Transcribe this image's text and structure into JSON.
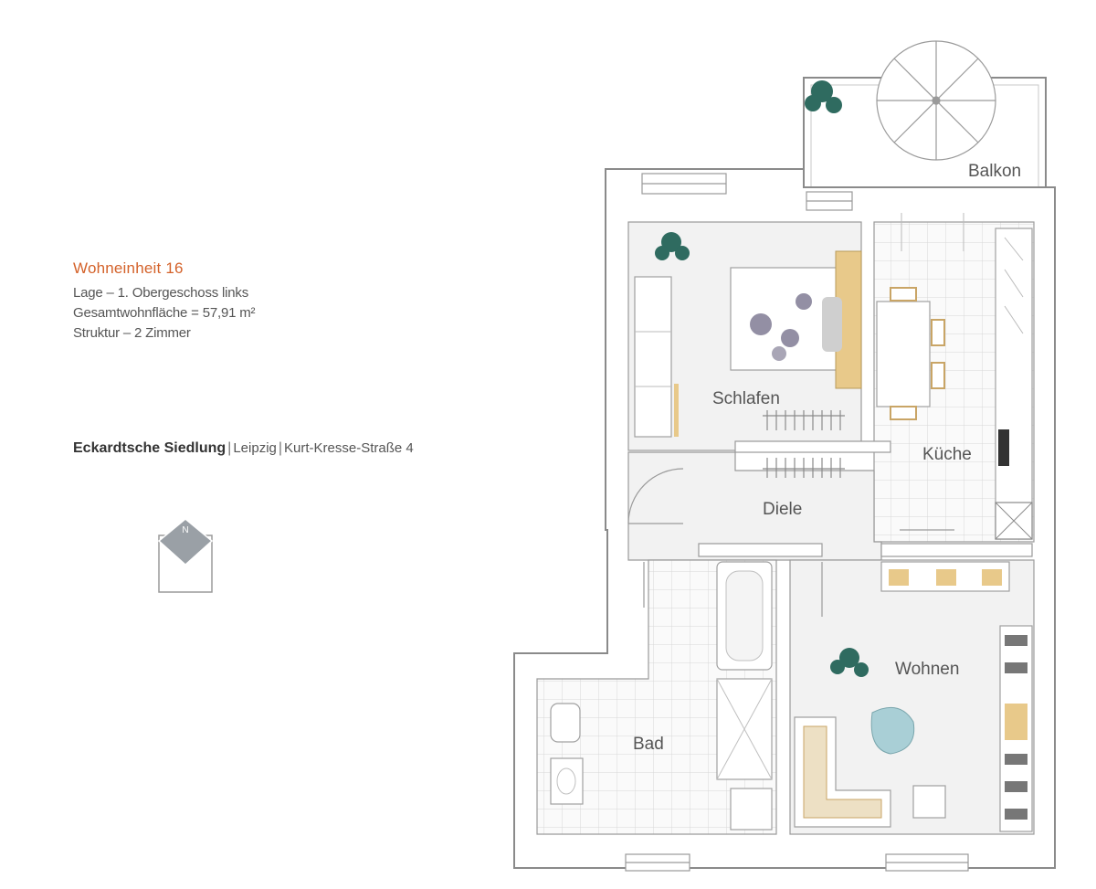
{
  "unit": {
    "title": "Wohneinheit 16",
    "location": "Lage – 1. Obergeschoss links",
    "area": "Gesamtwohnfläche = 57,91 m²",
    "structure": "Struktur – 2 Zimmer"
  },
  "address": {
    "settlement": "Eckardtsche Siedlung",
    "separator": "|",
    "city": "Leipzig",
    "street": "Kurt-Kresse-Straße 4"
  },
  "compass": {
    "label": "N"
  },
  "rooms": {
    "balcony": "Balkon",
    "bedroom": "Schlafen",
    "kitchen": "Küche",
    "hall": "Diele",
    "living": "Wohnen",
    "bath": "Bad"
  },
  "colors": {
    "accent": "#d4622a",
    "wall": "#ffffff",
    "wall_stroke": "#8a8a8a",
    "floor": "#f1f1f1",
    "tile": "#d8d8d8",
    "wood": "#e8c98a",
    "plant": "#2f6b60"
  }
}
